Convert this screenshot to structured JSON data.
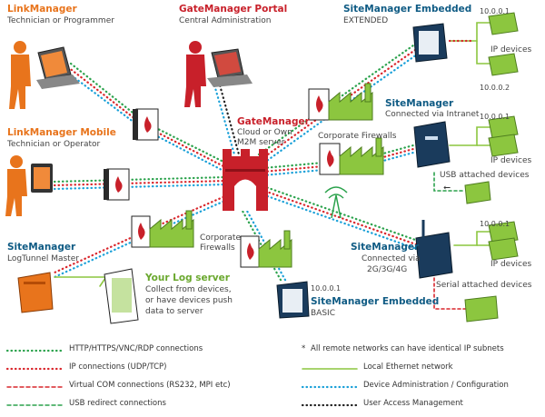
{
  "colors": {
    "orange": "#e8741c",
    "red": "#c8202a",
    "blue": "#0f5b84",
    "green": "#8cc63f",
    "purple": "#7a2d80",
    "gray": "#444444"
  },
  "nodes": {
    "linkmanager": {
      "title": "LinkManager",
      "subtitle": "Technician or Programmer"
    },
    "gatemanager_portal": {
      "title": "GateManager Portal",
      "subtitle": "Central Administration"
    },
    "sitemanager_embedded_ext": {
      "title": "SiteManager Embedded",
      "subtitle": "EXTENDED"
    },
    "linkmanager_mobile": {
      "title": "LinkManager Mobile",
      "subtitle": "Technician or Operator"
    },
    "gatemanager": {
      "title": "GateManager",
      "line1": "Cloud or Own",
      "line2": "M2M server"
    },
    "corporate_firewalls_top": "Corporate Firewalls",
    "sitemanager_intranet": {
      "title": "SiteManager",
      "subtitle": "Connected via Intranet"
    },
    "usb_devices": "USB attached devices",
    "sitemanager_logtunnel": {
      "title": "SiteManager",
      "subtitle": "LogTunnel Master"
    },
    "corporate_firewalls_mid": {
      "line1": "Corporate",
      "line2": "Firewalls"
    },
    "your_log_server": {
      "title": "Your Log server",
      "line1": "Collect from devices,",
      "line2": "or have devices push",
      "line3": "data to server"
    },
    "sitemanager_cell": {
      "title": "SiteManager",
      "line1": "Connected via",
      "line2": "2G/3G/4G"
    },
    "serial_devices": "Serial attached devices",
    "sitemanager_embedded_basic": {
      "title": "SiteManager Embedded",
      "subtitle": "BASIC",
      "ip": "10.0.0.1"
    }
  },
  "ips": {
    "ext_1": "10.0.0.1",
    "ext_2": "10.0.0.2",
    "intranet_1": "10.0.0.1",
    "cell_1": "10.0.0.1"
  },
  "ip_devices_label": "IP devices",
  "asterisk": "*",
  "legend": {
    "left": [
      {
        "label": "HTTP/HTTPS/VNC/RDP connections",
        "color": "#2ba24c",
        "style": "dotted"
      },
      {
        "label": "IP connections (UDP/TCP)",
        "color": "#d9262c",
        "style": "dotted"
      },
      {
        "label": "Virtual COM connections (RS232, MPI etc)",
        "color": "#d9262c",
        "style": "dashed"
      },
      {
        "label": "USB redirect connections",
        "color": "#2ba24c",
        "style": "dashed"
      }
    ],
    "right": [
      {
        "label": "All remote networks can have identical IP subnets",
        "marker": "*"
      },
      {
        "label": "Local Ethernet network",
        "color": "#8cc63f",
        "style": "solid"
      },
      {
        "label": "Device Administration / Configuration",
        "color": "#1aa0d8",
        "style": "dotted"
      },
      {
        "label": "User Access Management",
        "color": "#222222",
        "style": "dotted"
      }
    ]
  }
}
